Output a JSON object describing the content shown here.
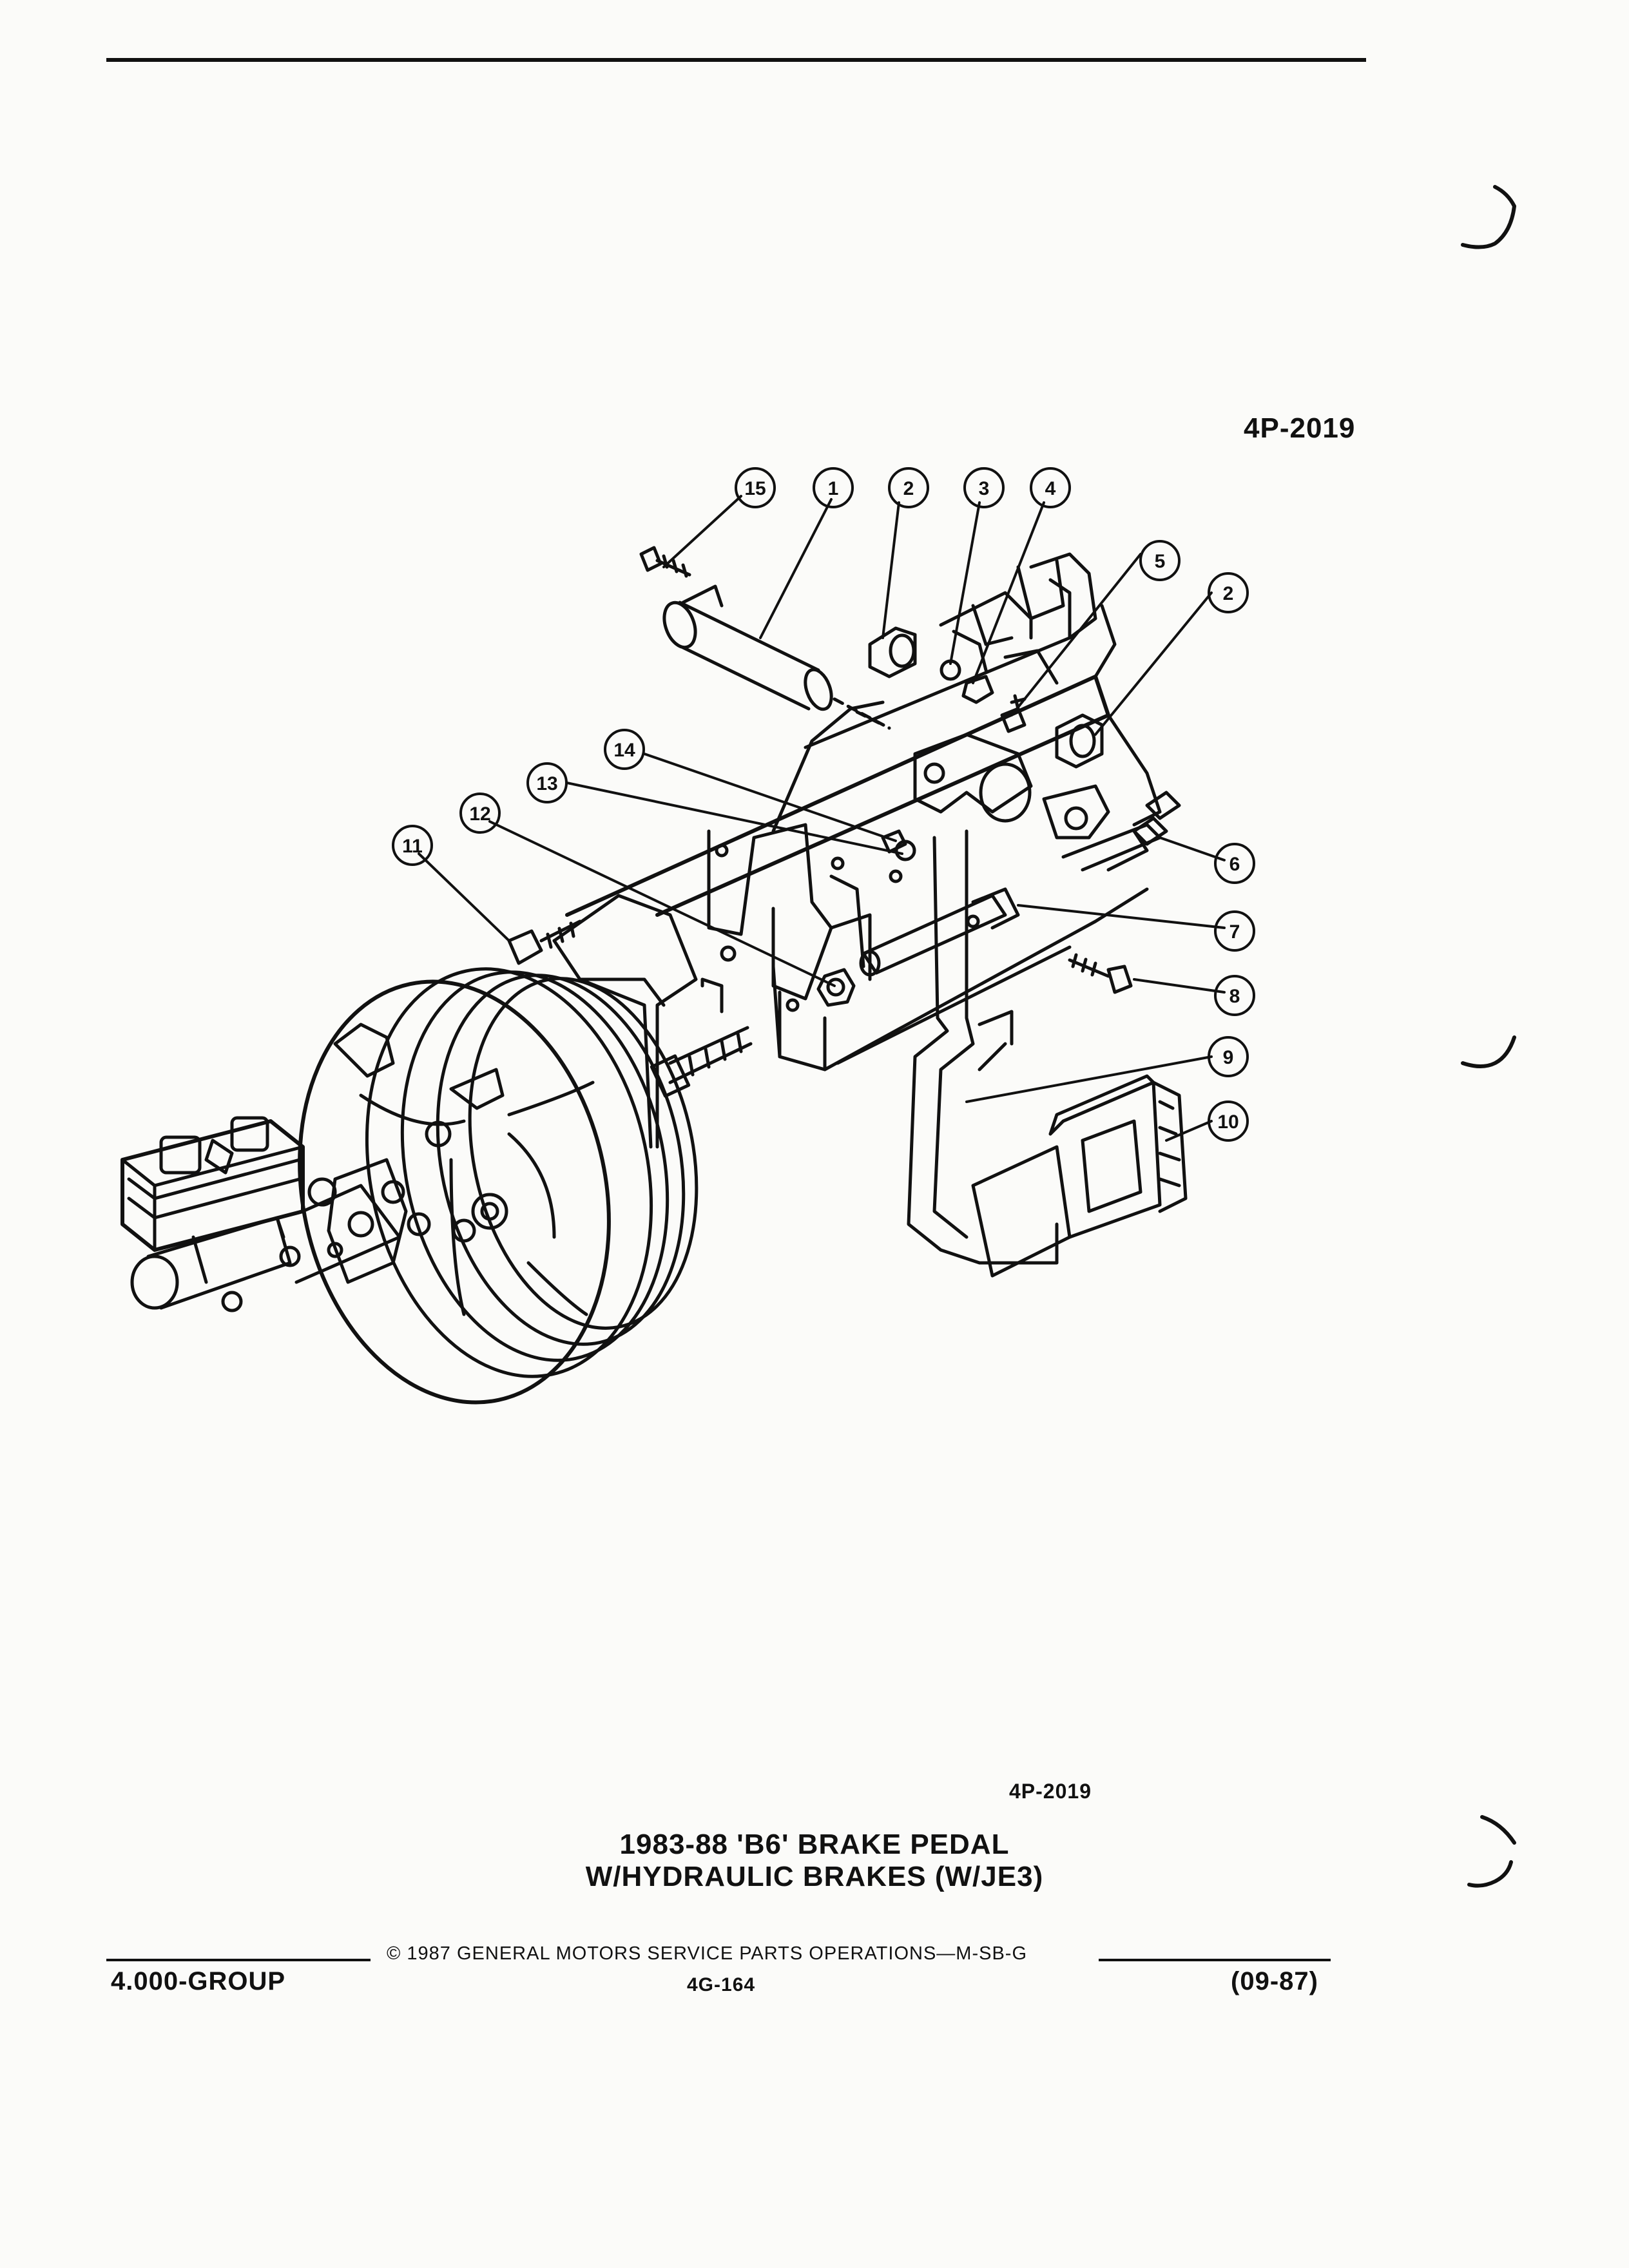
{
  "figure_ref_top": "4P-2019",
  "figure_ref_bottom": "4P-2019",
  "caption_line1": "1983-88 'B6' BRAKE PEDAL",
  "caption_line2": "W/HYDRAULIC BRAKES (W/JE3)",
  "copyright": "© 1987 GENERAL MOTORS SERVICE PARTS OPERATIONS—M-SB-G",
  "group": "4.000-GROUP",
  "page_number": "4G-164",
  "date_code": "(09-87)",
  "callouts": [
    "15",
    "1",
    "2",
    "3",
    "4",
    "5",
    "2",
    "14",
    "13",
    "12",
    "11",
    "6",
    "7",
    "8",
    "9",
    "10"
  ]
}
